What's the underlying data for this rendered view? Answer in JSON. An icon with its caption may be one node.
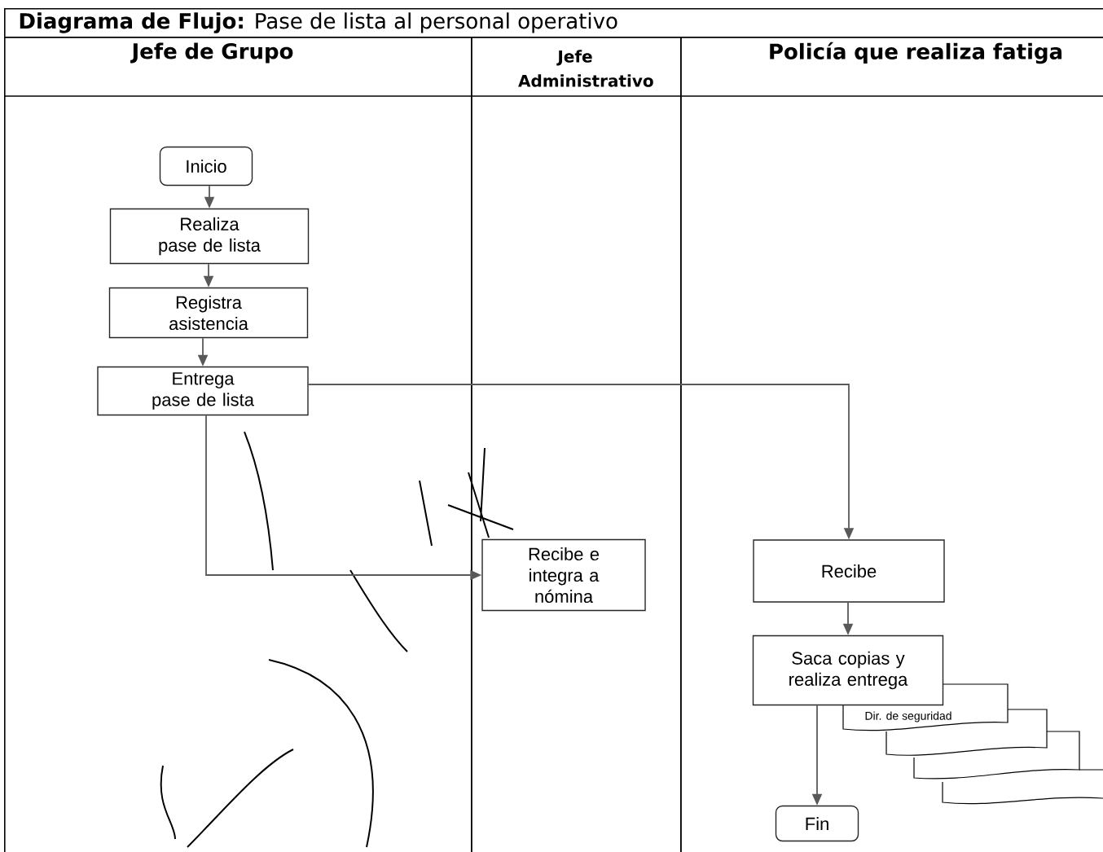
{
  "diagram": {
    "title": "**Diagrama de Flujo:** Pase de lista al personal operativo",
    "nodes": [
      {
        "text": [
          "Jefe de Grupo"
        ]
      },
      {
        "text": [
          "Jefe Administrativo"
        ]
      },
      {
        "text": [
          "Policía que realiza fatiga"
        ]
      },
      {
        "text": [
          "Inicio"
        ],
        "in": 0
      },
      {
        "text": [
          "Realiza pase de lista"
        ],
        "in": 0
      },
      {
        "text": [
          "Registra asistencia"
        ],
        "in": 0
      },
      {
        "text": [
          "Entrega pase de lista"
        ],
        "in": 0
      },
      {
        "text": [
          "Recibe e integra a nómina"
        ],
        "in": 1
      },
      {
        "text": [
          "Recibe"
        ],
        "in": 2
      },
      {
        "text": [
          "Saca copias y realiza entrega"
        ],
        "in": 2
      },
      {
        "text": [
          "Dir. de seguridad"
        ],
        "in": 2
      },
      {
        "text": [
          "Fin"
        ],
        "in": 2
      }
    ],
    "edges": [
      {
        "from": 3,
        "to": 4,
        "arrow": "to"
      },
      {
        "from": 4,
        "to": 5,
        "arrow": "to"
      },
      {
        "from": 5,
        "to": 6,
        "arrow": "to"
      },
      {
        "from": 6,
        "to": 7,
        "arrow": "to"
      },
      {
        "from": 6,
        "to": 8,
        "arrow": "to"
      },
      {
        "from": 8,
        "to": 9,
        "arrow": "to"
      },
      {
        "from": 9,
        "to": 11,
        "arrow": "to"
      }
    ]
  }
}
